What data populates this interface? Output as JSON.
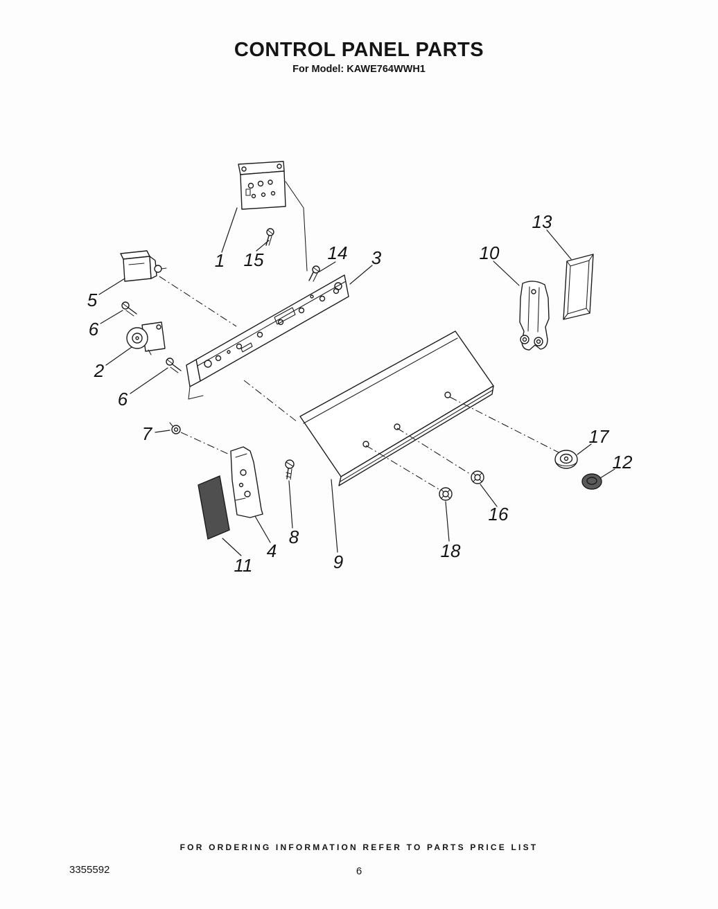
{
  "header": {
    "title": "CONTROL PANEL PARTS",
    "subtitle": "For Model: KAWE764WWH1"
  },
  "callouts": [
    "1",
    "15",
    "14",
    "3",
    "13",
    "10",
    "5",
    "6",
    "2",
    "6",
    "7",
    "17",
    "12",
    "16",
    "4",
    "8",
    "18",
    "9",
    "11"
  ],
  "footer": {
    "ordering_note": "FOR ORDERING INFORMATION REFER TO PARTS PRICE LIST",
    "doc_number": "3355592",
    "page_number": "6"
  },
  "colors": {
    "ink": "#1c1c1c",
    "paper": "#fdfdfd",
    "shaded_part": "#4f4f4f"
  }
}
